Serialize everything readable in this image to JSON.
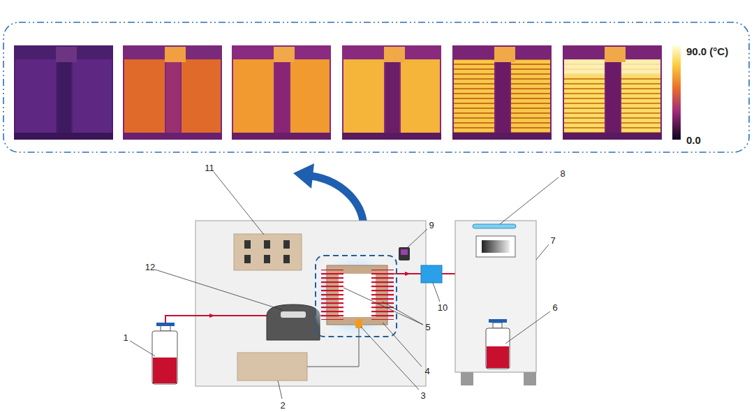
{
  "diagram": {
    "labels": [
      "90.0 (°C)",
      "0.0",
      "8",
      "11",
      "9",
      "12",
      "10",
      "6",
      "7",
      "1",
      "5",
      "4",
      "3",
      "2"
    ]
  }
}
